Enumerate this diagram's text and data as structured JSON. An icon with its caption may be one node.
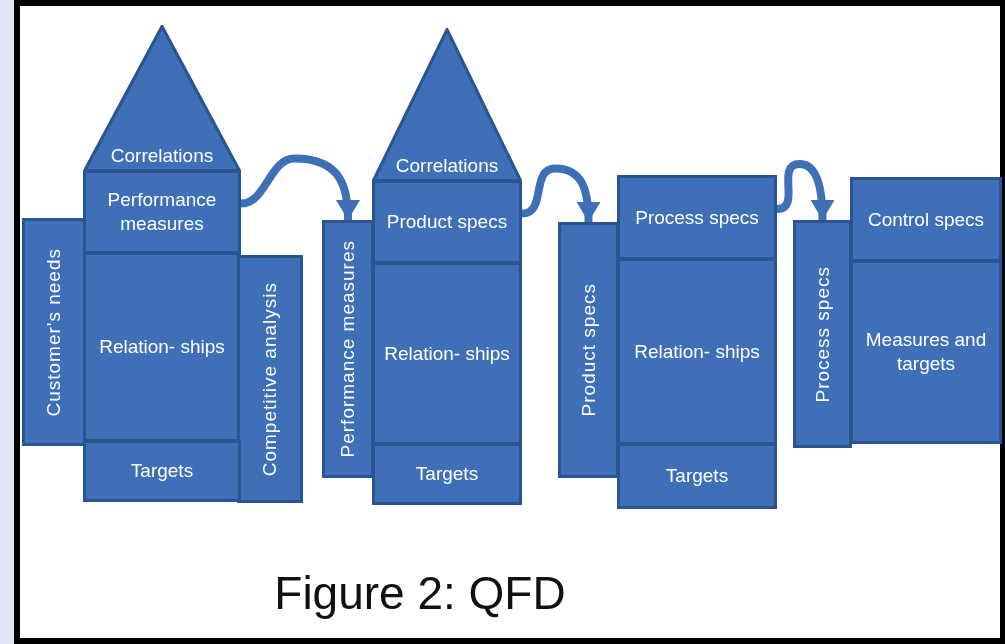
{
  "diagram": {
    "caption": "Figure 2: QFD",
    "nodes": [
      {
        "text": [
          "Correlations"
        ]
      },
      {
        "text": [
          "Performance measures"
        ]
      },
      {
        "text": [
          "Customer's needs"
        ]
      },
      {
        "text": [
          "Relation- ships"
        ]
      },
      {
        "text": [
          "Competitive analysis"
        ]
      },
      {
        "text": [
          "Targets"
        ]
      },
      {
        "text": [
          "Performance measures"
        ]
      },
      {
        "text": [
          "Correlations"
        ]
      },
      {
        "text": [
          "Product specs"
        ]
      },
      {
        "text": [
          "Relation- ships"
        ]
      },
      {
        "text": [
          "Targets"
        ]
      },
      {
        "text": [
          "Product specs"
        ]
      },
      {
        "text": [
          "Process specs"
        ]
      },
      {
        "text": [
          "Relation- ships"
        ]
      },
      {
        "text": [
          "Targets"
        ]
      },
      {
        "text": [
          "Process specs"
        ]
      },
      {
        "text": [
          "Control specs"
        ]
      },
      {
        "text": [
          "Measures and targets"
        ]
      }
    ],
    "edges": [
      {
        "from": 1,
        "to": 6,
        "arrow": "to"
      },
      {
        "from": 8,
        "to": 11,
        "arrow": "to"
      },
      {
        "from": 12,
        "to": 15,
        "arrow": "to"
      }
    ]
  }
}
